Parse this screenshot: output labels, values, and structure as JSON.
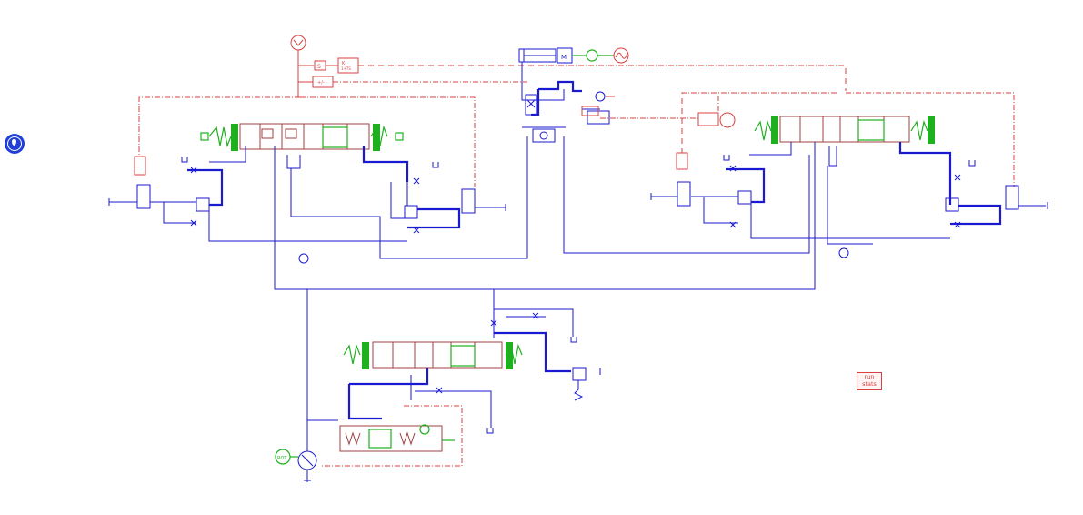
{
  "labels": {
    "run_stats": [
      "run",
      "stats"
    ],
    "rot_source": "ROT",
    "motor_label": "M",
    "step_label": "S",
    "transfer_fn": "K\n1+TS"
  },
  "colors": {
    "hydraulic_line": "#1a1ad0",
    "signal_line": "#d94040",
    "mechanical": "#1eb01e",
    "valve_body": "#a04040",
    "hydraulic_icon": "#1f3fd8"
  },
  "icons": [
    "hydraulic-library-icon",
    "rotary-source-icon",
    "signal-source-icon",
    "pressure-gauge-icon",
    "tank-icon",
    "orifice-icon",
    "spring-icon",
    "pump-icon"
  ]
}
